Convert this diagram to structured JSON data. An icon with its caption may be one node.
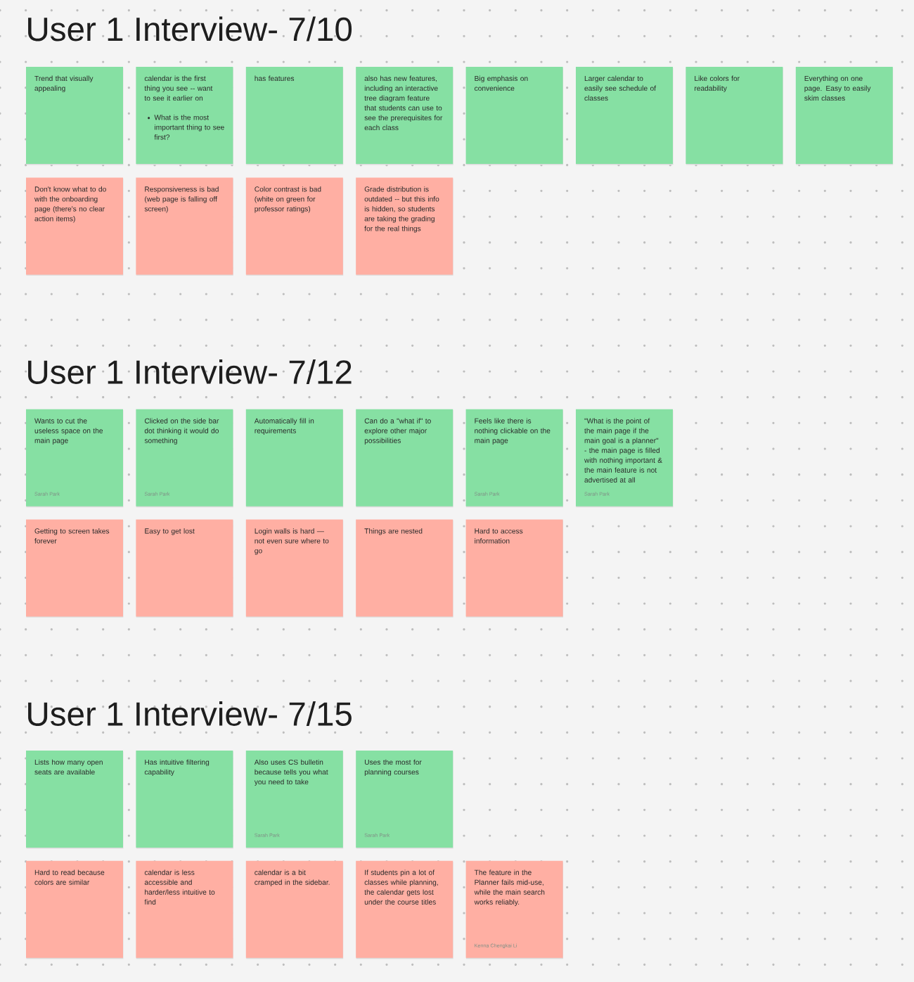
{
  "diagram": {
    "nodes": [
      {
        "text": [
          "Trend that visually appealing"
        ]
      },
      {
        "text": [
          "calendar is the first thing you see -- want to see it earlier on",
          "What is the most important thing to see first?"
        ]
      },
      {
        "text": [
          "has features"
        ]
      },
      {
        "text": [
          "also has new features, including an interactive tree diagram feature that students can use to see the prerequisites for each class"
        ]
      },
      {
        "text": [
          "Big emphasis on convenience"
        ]
      },
      {
        "text": [
          "Larger calendar to easily see schedule of classes"
        ]
      },
      {
        "text": [
          "Like colors for readability"
        ]
      },
      {
        "text": [
          "Everything on one page. Easy to easily skim classes"
        ]
      },
      {
        "text": [
          "Don't know what to do with the onboarding page (there's no clear action items)"
        ]
      },
      {
        "text": [
          "Responsiveness is bad (web page is falling off screen)"
        ]
      },
      {
        "text": [
          "Color contrast is bad (white on green for professor ratings)"
        ]
      },
      {
        "text": [
          "Grade distribution is outdated -- but this info is hidden, so students are taking the grading for the real things"
        ]
      },
      {
        "text": [
          "Wants to cut the useless space on the main page",
          "Sarah Park"
        ]
      },
      {
        "text": [
          "Clicked on the side bar dot thinking it would do something",
          "Sarah Park"
        ]
      },
      {
        "text": [
          "Automatically fill in requirements"
        ]
      },
      {
        "text": [
          "Can do a \"what if\" to explore other major possibilities"
        ]
      },
      {
        "text": [
          "Feels like there is nothing clickable on the main page",
          "Sarah Park"
        ]
      },
      {
        "text": [
          "\"What is the point of the main page if the main goal is a planner\" - the main page is filled with nothing important & the main feature is not advertised at all",
          "Sarah Park"
        ]
      },
      {
        "text": [
          "Getting to screen takes forever"
        ]
      },
      {
        "text": [
          "Easy to get lost"
        ]
      },
      {
        "text": [
          "Login walls is hard — not even sure where to go"
        ]
      },
      {
        "text": [
          "Things are nested"
        ]
      },
      {
        "text": [
          "Hard to access information"
        ]
      },
      {
        "text": [
          "Lists how many open seats are available"
        ]
      },
      {
        "text": [
          "Has intuitive filtering capability"
        ]
      },
      {
        "text": [
          "Also uses CS bulletin because tells you what you need to take",
          "Sarah Park"
        ]
      },
      {
        "text": [
          "Uses the most for planning courses",
          "Sarah Park"
        ]
      },
      {
        "text": [
          "Hard to read because colors are similar"
        ]
      },
      {
        "text": [
          "calendar is less accessible and harder/less intuitive to find"
        ]
      },
      {
        "text": [
          "calendar is a bit cramped in the sidebar."
        ]
      },
      {
        "text": [
          "If students pin a lot of classes while planning, the calendar gets lost under the course titles"
        ]
      },
      {
        "text": [
          "The feature in the Planner fails mid-use, while the main search works reliably.",
          "Kenna Chengkai Li"
        ]
      }
    ],
    "labels": [
      "User 1 Interview- 7/10",
      "User 1 Interview- 7/12",
      "User 1 Interview- 7/15"
    ]
  }
}
